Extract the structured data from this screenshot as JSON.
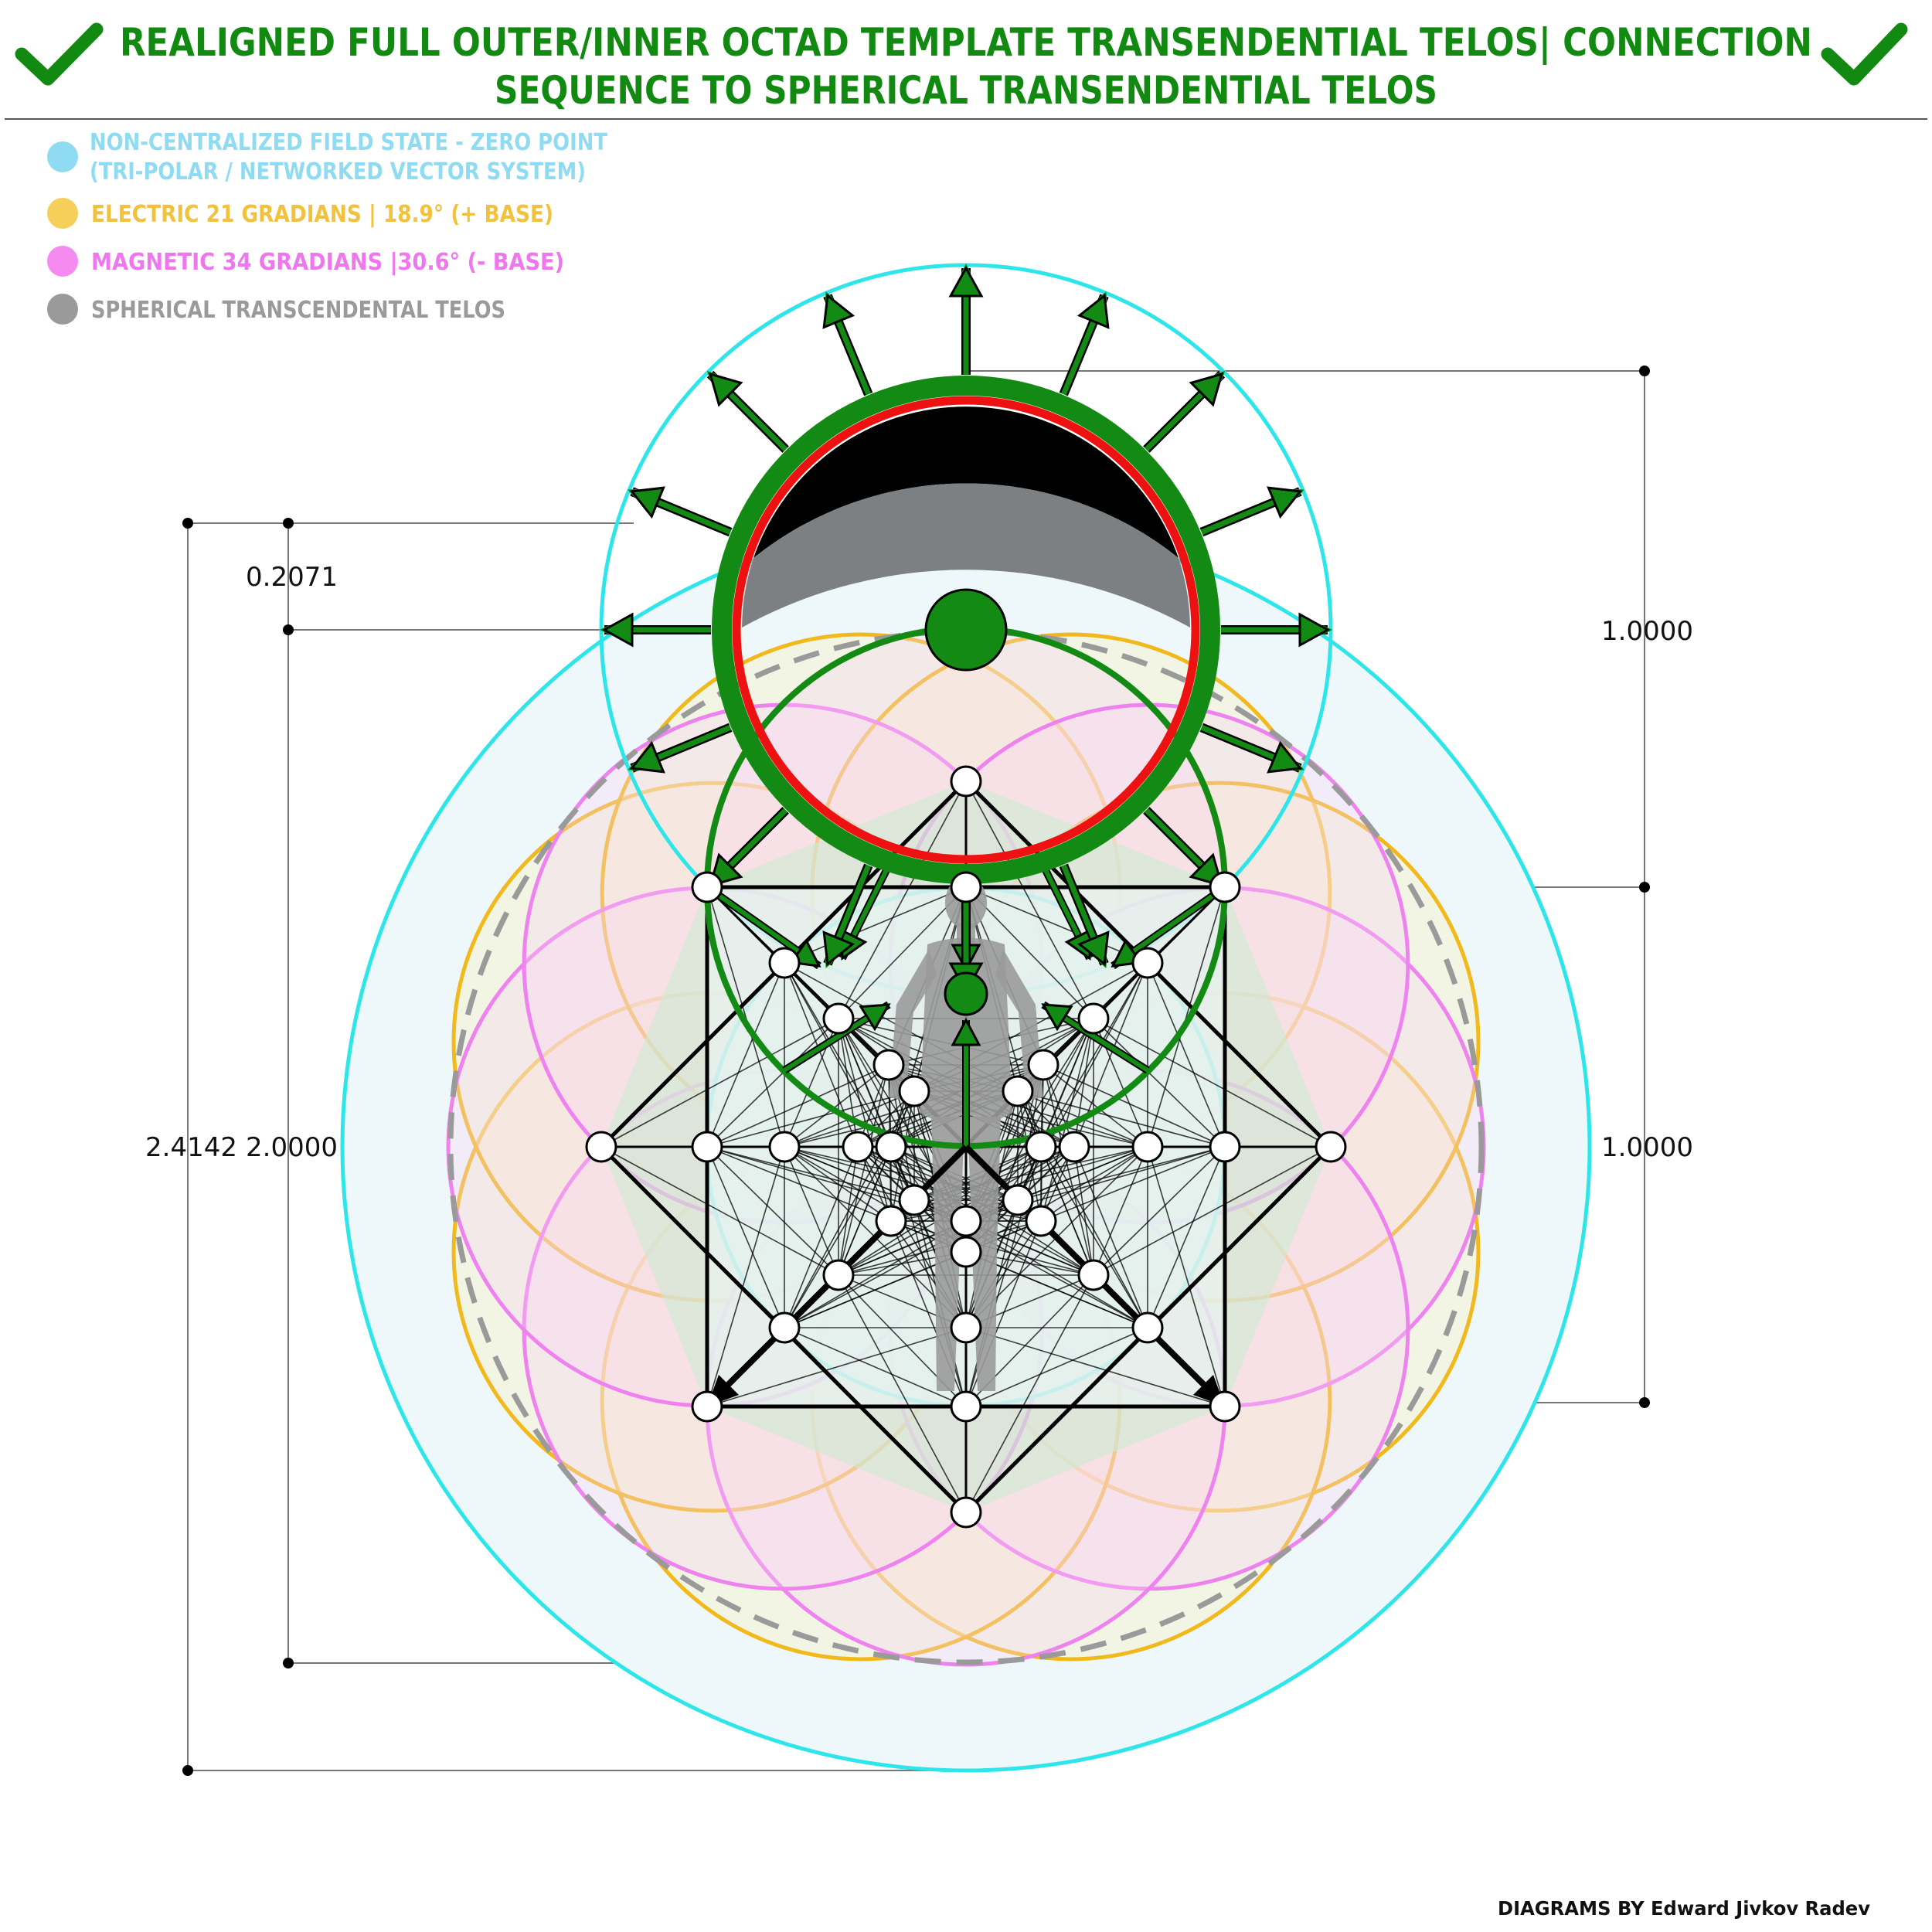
{
  "title": {
    "line1": "REALIGNED FULL OUTER/INNER OCTAD TEMPLATE TRANSENDENTIAL TELOS|  CONNECTION",
    "line2": "SEQUENCE TO SPHERICAL TRANSENDENTIAL TELOS"
  },
  "icons": {
    "left": "checkmark-icon",
    "right": "checkmark-icon"
  },
  "legend": [
    {
      "line1": "NON-CENTRALIZED FIELD STATE - ZERO POINT",
      "line2": "(TRI-POLAR / NETWORKED VECTOR SYSTEM)",
      "color": "#8fdcf2",
      "text_color": "#8fdcf2"
    },
    {
      "line1": "ELECTRIC 21 GRADIANS | 18.9° (+ BASE)",
      "line2": "",
      "color": "#f6cf5a",
      "text_color": "#f3c23c"
    },
    {
      "line1": "MAGNETIC 34 GRADIANS |30.6° (- BASE)",
      "line2": "",
      "color": "#f58af0",
      "text_color": "#ee77ee"
    },
    {
      "line1": "SPHERICAL TRANSCENDENTAL TELOS",
      "line2": "",
      "color": "#9a9a9a",
      "text_color": "#9a9a9a"
    }
  ],
  "dimensions": {
    "left_small": "0.2071",
    "left_outer": "2.4142",
    "left_inner": "2.0000",
    "right_top": "1.0000",
    "right_bottom": "1.0000"
  },
  "colors": {
    "green": "#138a13",
    "cyan": "#2ee6ea",
    "yellow": "#f2b91c",
    "magenta": "#ee82ee",
    "red": "#ee1111",
    "gray": "#9a9a9a"
  },
  "credit": "DIAGRAMS BY Edward Jivkov Radev"
}
